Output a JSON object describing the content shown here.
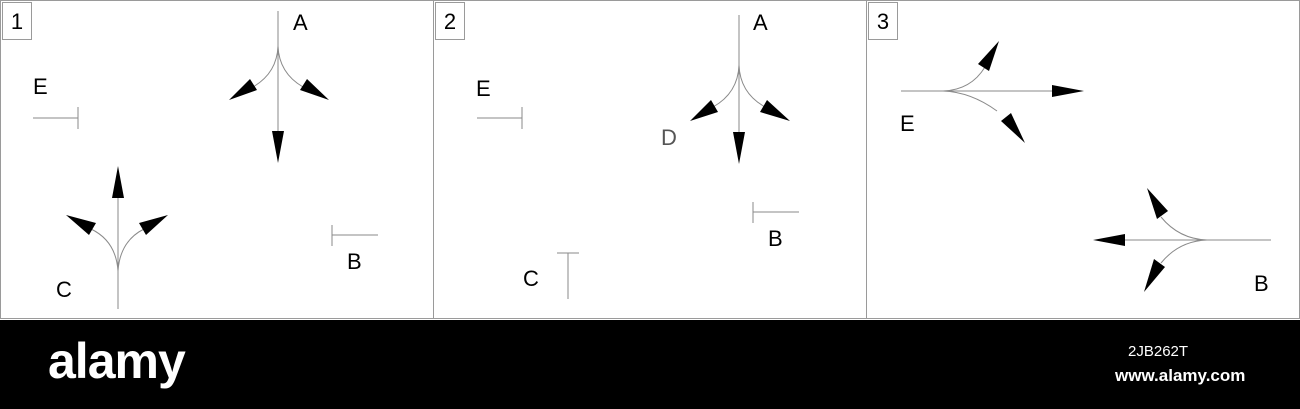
{
  "panels": [
    {
      "number": "1",
      "labels": {
        "A": "A",
        "B": "B",
        "C": "C",
        "E": "E"
      }
    },
    {
      "number": "2",
      "labels": {
        "A": "A",
        "B": "B",
        "C": "C",
        "D": "D",
        "E": "E"
      }
    },
    {
      "number": "3",
      "labels": {
        "B": "B",
        "E": "E"
      }
    }
  ],
  "footer": {
    "logo": "alamy",
    "stock_id": "2JB262T",
    "site": "www.alamy.com"
  },
  "colors": {
    "line": "#8a8a8a",
    "arrow": "#000000",
    "footer_bg": "#000000"
  }
}
